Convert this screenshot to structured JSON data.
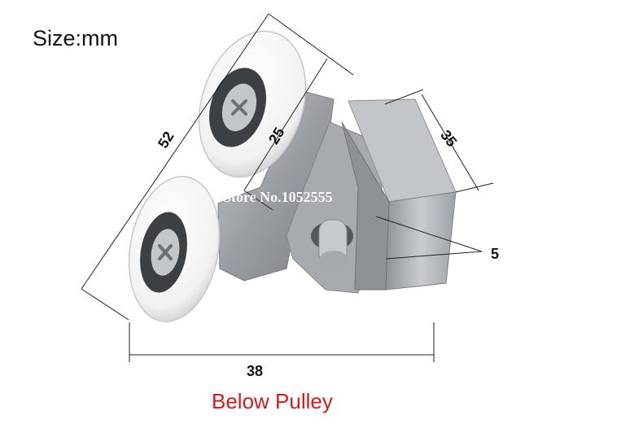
{
  "size_label": "Size:mm",
  "dimensions": {
    "height_total": "52",
    "wheel_spacing": "25",
    "bracket_width": "35",
    "thickness": "5",
    "overall_width": "38"
  },
  "watermark": "Store No.1052555",
  "caption": "Below Pulley",
  "colors": {
    "caption": "#d11a1a",
    "dimension_lines": "#222222",
    "wheel": "#f4f4f4",
    "metal": "#9fa3a8",
    "bearing": "#3c3f44"
  }
}
